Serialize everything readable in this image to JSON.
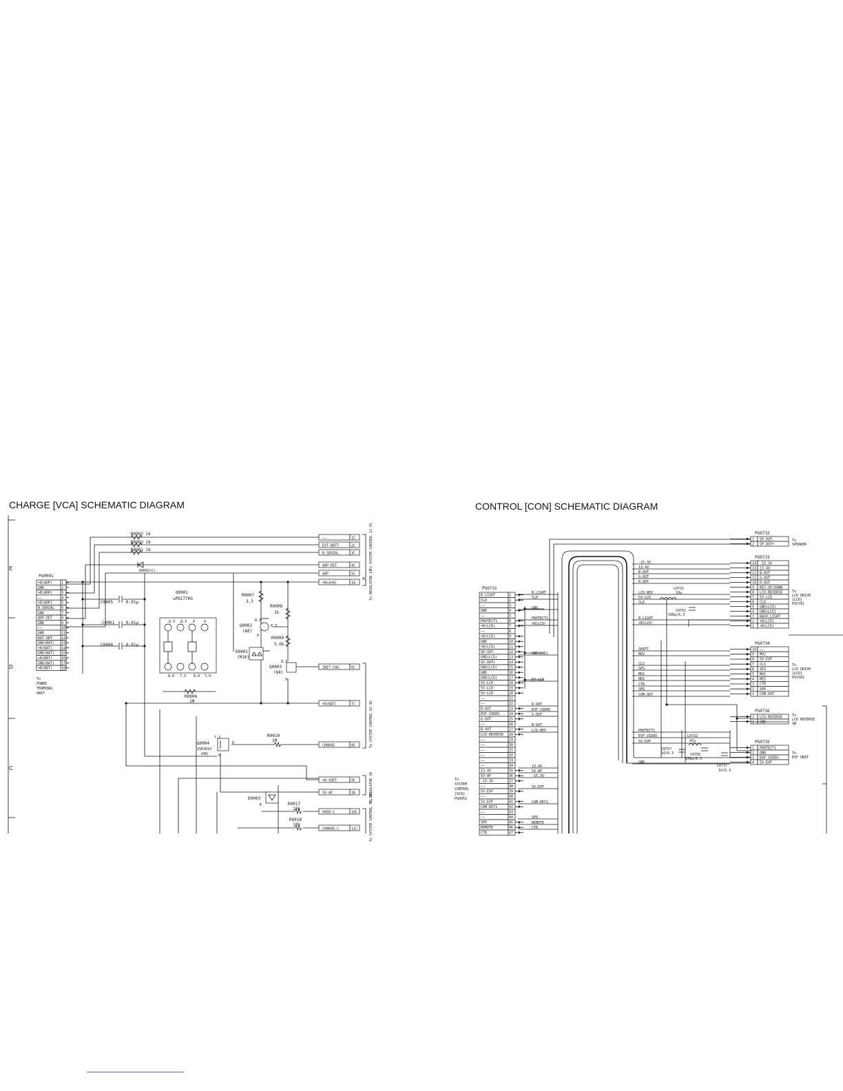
{
  "charge": {
    "title": "CHARGE [VCA] SCHEMATIC DIAGRAM",
    "zones": [
      "E",
      "D",
      "C"
    ],
    "connector_name": "PG0001",
    "connector_pins": [
      {
        "n": "1",
        "label": "+B(ADP)"
      },
      {
        "n": "2",
        "label": "GND"
      },
      {
        "n": "3",
        "label": "+B(ADP)"
      },
      {
        "n": "4",
        "label": "——"
      },
      {
        "n": "5",
        "label": "+B(ADP)"
      },
      {
        "n": "6",
        "label": "B.SERIAL"
      },
      {
        "n": "7",
        "label": "GND"
      },
      {
        "n": "8",
        "label": "ADP-DET"
      },
      {
        "n": "9",
        "label": "GND"
      },
      {
        "n": "10",
        "label": "——"
      },
      {
        "n": "11",
        "label": "GND"
      },
      {
        "n": "12",
        "label": "BAT-DET"
      },
      {
        "n": "13",
        "label": "GND(BAT)"
      },
      {
        "n": "14",
        "label": "+B(BAT)"
      },
      {
        "n": "15",
        "label": "GND(BAT)"
      },
      {
        "n": "16",
        "label": "+B(BAT)"
      },
      {
        "n": "17",
        "label": "GND(BAT)"
      },
      {
        "n": "18",
        "label": "+B(BAT)"
      }
    ],
    "connector_dest": [
      "To",
      "POWER",
      "TERMINAL",
      "UNIT"
    ],
    "right_signals": [
      {
        "label": "——",
        "ref": "1C"
      },
      {
        "label": "EXT-BATT",
        "ref": "2C"
      },
      {
        "label": "B.SERIAL",
        "ref": "3C"
      },
      {
        "label": "ADP-DET",
        "ref": "4C"
      },
      {
        "label": "ADP",
        "ref": "5C"
      },
      {
        "label": "+B(A+B)",
        "ref": "1A"
      },
      {
        "label": "INIT-CHG",
        "ref": "6C"
      },
      {
        "label": "+B(BAT)",
        "ref": "7C"
      },
      {
        "label": "CHARGE",
        "ref": "8C"
      },
      {
        "label": "+B-VDET",
        "ref": "9C"
      },
      {
        "label": "5V-AF",
        "ref": "3A"
      },
      {
        "label": "OVER-C",
        "ref": "10C"
      },
      {
        "label": "CHARGE-C",
        "ref": "11C"
      }
    ],
    "dest_labels": [
      {
        "text": "To SYSTEM CONTROL 1C-5C"
      },
      {
        "text": "To REGULATOR 1A"
      },
      {
        "text": "To SYSTEM CONTROL 6C-8C"
      },
      {
        "text": "To REGULATOR 3A"
      },
      {
        "text": "To SYSTEM CONTROL 9C,11C"
      }
    ],
    "components": {
      "r0002": "R0002 1k",
      "r0003": "R0003 1k",
      "r0001": "R0001 1k",
      "d0002": "D0002(C)",
      "c0005": "C0005",
      "c0005v": "0.01μ",
      "c0001": "C0001",
      "c0001v": "0.01μ",
      "c0004": "C0004",
      "c0004v": "0.01μ",
      "q0001": "Q0001",
      "q0001p": "uPD1770G",
      "q0001_v1": "8.3",
      "q0001_v2": "8.3",
      "q0001_v3": "0",
      "q0001_v4": "0",
      "q0001_v5": "8.0",
      "q0001_v6": "7.3",
      "q0001_v7": "8.0",
      "q0001_v8": "7.9",
      "r0007": "R0007",
      "r0007v": "3.3",
      "r0008": "R0008",
      "r0008v": "1k",
      "q0002": "Q0002",
      "q0002p": "(AE)",
      "q0002_v1": "8.3",
      "q0002_v2": "8.3",
      "q0002_v3": "0",
      "r0009": "R0009",
      "r0009v": "5.6k",
      "d0001": "D0001",
      "d0001p": "(M10)",
      "q0003": "Q0003",
      "q0003p": "(64)",
      "q0003_v1": "8.3",
      "q0003_v2": "0",
      "r0006": "R0006",
      "r0006v": "1M",
      "q0004": "Q0004",
      "q0004p": "2SK3019",
      "q0004k": "(KN)",
      "q0004_v1": "7.3",
      "q0004_v2": "0",
      "q0004_v3": "0",
      "r0010": "R0010",
      "r0010v": "1M",
      "d0003": "D0003",
      "d0003k": "K",
      "r0017": "R0017",
      "r0017v": "10k",
      "r0018": "R0018",
      "r0018v": "10k"
    }
  },
  "control": {
    "title": "CONTROL [CON] SCHEMATIC DIAGRAM",
    "pg0731_name": "PG0731",
    "pg0731_pins": [
      {
        "n": "1",
        "label": "B.LIGHT"
      },
      {
        "n": "2",
        "label": "CLD"
      },
      {
        "n": "3",
        "label": "——"
      },
      {
        "n": "4",
        "label": "GND"
      },
      {
        "n": "5",
        "label": "——"
      },
      {
        "n": "6",
        "label": "PROTECT1"
      },
      {
        "n": "7",
        "label": "+B(LCD)"
      },
      {
        "n": "8",
        "label": "——"
      },
      {
        "n": "9",
        "label": "+B(LCD)"
      },
      {
        "n": "10",
        "label": "GND"
      },
      {
        "n": "11",
        "label": "+B(LCD)"
      },
      {
        "n": "12",
        "label": "SP.OUT-"
      },
      {
        "n": "13",
        "label": "GND(LCD)"
      },
      {
        "n": "14",
        "label": "SP.OUT+"
      },
      {
        "n": "15",
        "label": "GND(LCD)"
      },
      {
        "n": "16",
        "label": "GND"
      },
      {
        "n": "17",
        "label": "GND(LCD)"
      },
      {
        "n": "18",
        "label": "5V-LCD"
      },
      {
        "n": "19",
        "label": "5V-LCD"
      },
      {
        "n": "20",
        "label": "5V-LCD"
      },
      {
        "n": "21",
        "label": "——"
      },
      {
        "n": "22",
        "label": "——"
      },
      {
        "n": "23",
        "label": "R-OUT"
      },
      {
        "n": "24",
        "label": "EVF.VIDEO"
      },
      {
        "n": "25",
        "label": "G-OUT"
      },
      {
        "n": "26",
        "label": "——"
      },
      {
        "n": "27",
        "label": "B-OUT"
      },
      {
        "n": "28",
        "label": "LCD.REVERSE"
      },
      {
        "n": "29",
        "label": "——"
      },
      {
        "n": "30",
        "label": "——"
      },
      {
        "n": "31",
        "label": "——"
      },
      {
        "n": "32",
        "label": "——"
      },
      {
        "n": "33",
        "label": "——"
      },
      {
        "n": "34",
        "label": "——"
      },
      {
        "n": "35",
        "label": "13.4V"
      },
      {
        "n": "36",
        "label": "5V-AF"
      },
      {
        "n": "37",
        "label": "-15.3V"
      },
      {
        "n": "38",
        "label": "——"
      },
      {
        "n": "39",
        "label": "5V-EVF"
      },
      {
        "n": "40",
        "label": "——"
      },
      {
        "n": "41",
        "label": "5V-EVF"
      },
      {
        "n": "42",
        "label": "CAM.KEY1"
      },
      {
        "n": "43",
        "label": "——"
      },
      {
        "n": "44",
        "label": "——"
      },
      {
        "n": "45",
        "label": "SPD"
      },
      {
        "n": "46",
        "label": "REMOTE"
      },
      {
        "n": "47",
        "label": "CTR"
      }
    ],
    "pg0731_dest": [
      "To",
      "SYSTEM",
      "CONTROL",
      "[VCA]",
      "PG0951"
    ],
    "pg0732": {
      "name": "PG0732",
      "pins": [
        {
          "n": "1",
          "label": "SP.OUT-"
        },
        {
          "n": "2",
          "label": "SP.OUT+"
        }
      ],
      "dest": [
        "To",
        "SPEAKER"
      ]
    },
    "pg0733": {
      "name": "PG0733",
      "pins": [
        {
          "n": "14",
          "label": "-15.3V"
        },
        {
          "n": "13",
          "label": "13.4V"
        },
        {
          "n": "12",
          "label": "B-OUT"
        },
        {
          "n": "11",
          "label": "G-OUT"
        },
        {
          "n": "10",
          "label": "R-OUT"
        },
        {
          "n": "9",
          "label": "KEY.UP/DOWN"
        },
        {
          "n": "8",
          "label": "LCD.REVERSE"
        },
        {
          "n": "7",
          "label": "5V-LCD"
        },
        {
          "n": "6",
          "label": "CLD"
        },
        {
          "n": "5",
          "label": "GND(LCD)"
        },
        {
          "n": "4",
          "label": "GND(LCD)"
        },
        {
          "n": "3",
          "label": "BACK.LIGHT"
        },
        {
          "n": "2",
          "label": "+B(LCD)"
        },
        {
          "n": "1",
          "label": "+B(LCD)"
        }
      ],
      "dest": [
        "To",
        "LCD DRIVE",
        "[LCD]",
        "PG5701"
      ]
    },
    "pg0734": {
      "name": "PG0734",
      "pins": [
        {
          "n": "10",
          "label": "——"
        },
        {
          "n": "9",
          "label": "MO2"
        },
        {
          "n": "8",
          "label": "5V-EVF"
        },
        {
          "n": "7",
          "label": "CLS"
        },
        {
          "n": "6",
          "label": "SPS"
        },
        {
          "n": "5",
          "label": "MO1"
        },
        {
          "n": "4",
          "label": "RES"
        },
        {
          "n": "3",
          "label": "CTR"
        },
        {
          "n": "2",
          "label": "SPD"
        },
        {
          "n": "1",
          "label": "COM.OUT"
        }
      ],
      "dest": [
        "To",
        "LCD DRIVE",
        "[LCD]",
        "PG5302"
      ]
    },
    "pg0736": {
      "name": "PG0736",
      "pins": [
        {
          "n": "2",
          "label": "LCD.REVERSE"
        },
        {
          "n": "1",
          "label": "GND"
        }
      ],
      "dest": [
        "To",
        "LCD REVERSE",
        "SW"
      ]
    },
    "pg0735": {
      "name": "PG0735",
      "pins": [
        {
          "n": "1",
          "label": "PROTECT1"
        },
        {
          "n": "2",
          "label": "GND"
        },
        {
          "n": "3",
          "label": "EVF.VIDEO"
        },
        {
          "n": "4",
          "label": "5V-EVF"
        }
      ],
      "dest": [
        "To",
        "EVF UNIT"
      ]
    },
    "net_labels_left": [
      "B.LIGHT",
      "CLD",
      "GND",
      "PROTECT1",
      "+B(LCD)",
      "GND(LCD)",
      "5V-LCD",
      "R-OUT",
      "EVF.VIDEO",
      "G-OUT",
      "B-OUT",
      "LCD.REV",
      "13.4V",
      "5V-AF",
      "-15.3V",
      "5V-EVF",
      "CAM.KEY1",
      "SPD",
      "REMOTE",
      "CTR"
    ],
    "net_labels_right": [
      "-15.3V",
      "13.4V",
      "B-OUT",
      "G-OUT",
      "R-OUT",
      "LCD.REV",
      "5V-LCD",
      "CLD",
      "B.LIGHT",
      "+B(LCD)",
      "SHIFT",
      "MO2",
      "CLS",
      "SPS",
      "MO1",
      "RES",
      "CTR",
      "SPD",
      "COM.OUT",
      "PROTECT1",
      "EVF.VIDEO",
      "5V-EVF",
      "GND"
    ],
    "components": {
      "l0731": "L0731",
      "l0731v": "10μ",
      "c0751": "C0751",
      "c0751v": "100μ/6.3",
      "l0732": "L0732",
      "l0732v": "47μ",
      "c0757": "C0757",
      "c0757v": "10/6.3",
      "c0756": "C0756",
      "c0756v": "100μ/6.3",
      "c0737": "C0737",
      "c0737v": "10/6.3"
    }
  }
}
